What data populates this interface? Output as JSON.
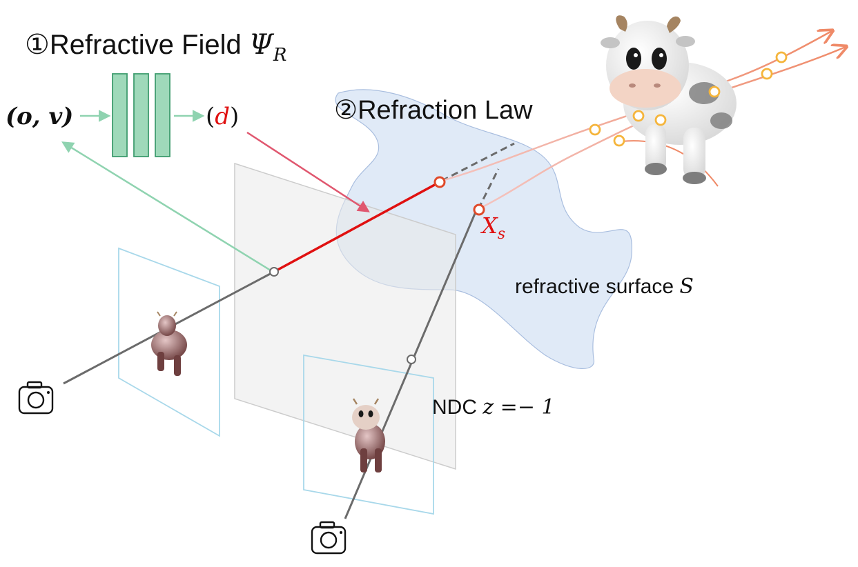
{
  "labels": {
    "step1_marker": "①",
    "step1_text": "Refractive Field ",
    "psi_symbol": "Ψ",
    "psi_sub": "R",
    "input_tuple": "(o, v)",
    "output_open": "(",
    "output_var": "d",
    "output_close": ")",
    "step2_marker": "②",
    "step2_text": "Refraction Law",
    "xs_symbol": "X",
    "xs_sub": "s",
    "surface_text": "refractive surface ",
    "surface_symbol": "S",
    "ndc_text": "NDC ",
    "ndc_eq": "z =− 1"
  },
  "colors": {
    "green_arrow": "#8fd3b0",
    "mlp_fill": "#9fd9ba",
    "mlp_stroke": "#3f9c6f",
    "red_ray": "#e01010",
    "pink_arrow": "#e0576f",
    "orange_ray": "#ef8a68",
    "sample_point": "#f5b53c",
    "surface_fill": "#dbe6f6",
    "surface_stroke": "#a9bedf",
    "image_plane": "#a8d8ea",
    "ndc_plane": "#cccccc",
    "ray_gray": "#6b6b6b"
  }
}
